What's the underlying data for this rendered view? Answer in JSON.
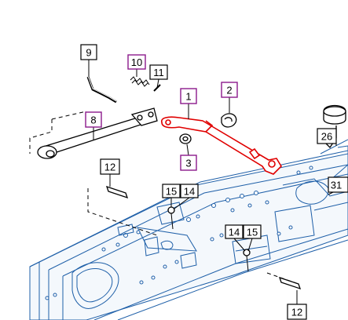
{
  "diagram": {
    "callouts": [
      {
        "id": "c9",
        "label": "9",
        "color": "#000000"
      },
      {
        "id": "c10",
        "label": "10",
        "color": "#8b1a8b"
      },
      {
        "id": "c11",
        "label": "11",
        "color": "#000000"
      },
      {
        "id": "c1",
        "label": "1",
        "color": "#8b1a8b"
      },
      {
        "id": "c2",
        "label": "2",
        "color": "#8b1a8b"
      },
      {
        "id": "c8",
        "label": "8",
        "color": "#8b1a8b"
      },
      {
        "id": "c3",
        "label": "3",
        "color": "#8b1a8b"
      },
      {
        "id": "c26",
        "label": "26",
        "color": "#000000"
      },
      {
        "id": "c12a",
        "label": "12",
        "color": "#000000"
      },
      {
        "id": "c15a",
        "label": "15",
        "color": "#000000"
      },
      {
        "id": "c14a",
        "label": "14",
        "color": "#000000"
      },
      {
        "id": "c31",
        "label": "31",
        "color": "#000000"
      },
      {
        "id": "c14b",
        "label": "14",
        "color": "#000000"
      },
      {
        "id": "c15b",
        "label": "15",
        "color": "#000000"
      },
      {
        "id": "c12b",
        "label": "12",
        "color": "#000000"
      }
    ],
    "colors": {
      "frame_line": "#1e5fa8",
      "highlight_part": "#e00000",
      "part_line": "#000000"
    }
  }
}
